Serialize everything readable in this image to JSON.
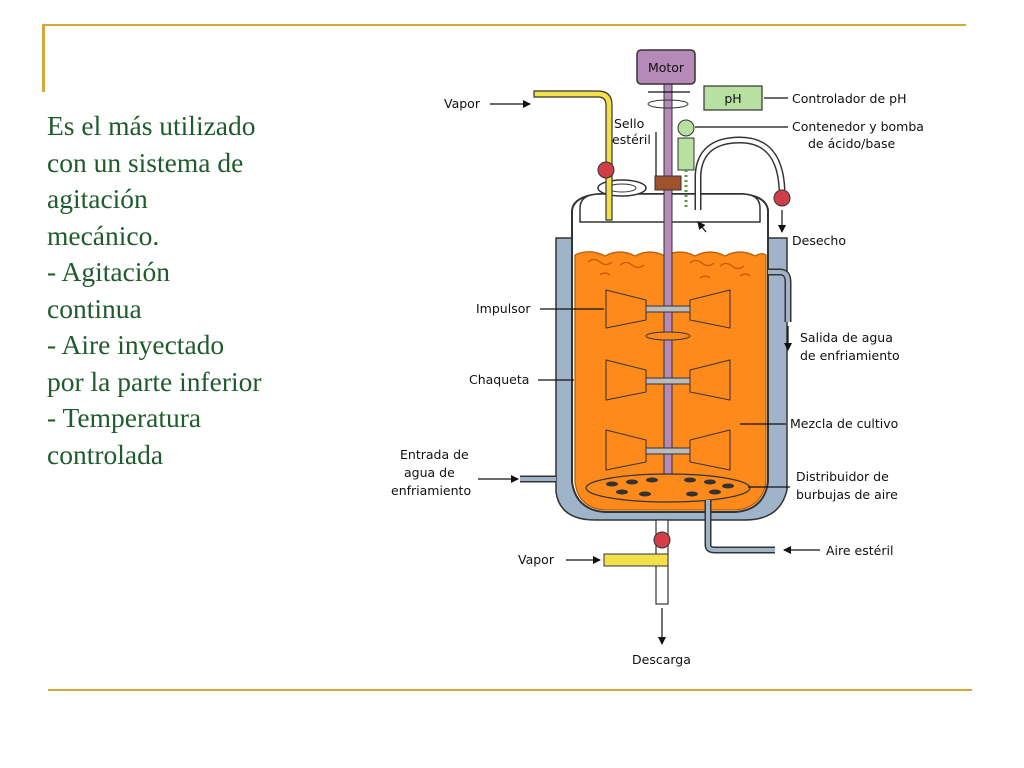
{
  "slide": {
    "text_lines": [
      "Es el más utilizado",
      "con un sistema de",
      "agitación",
      "mecánico.",
      "- Agitación",
      "continua",
      "- Aire inyectado",
      "por la parte inferior",
      "- Temperatura",
      "controlada"
    ]
  },
  "diagram": {
    "labels": {
      "motor": "Motor",
      "ph_box": "pH",
      "vapor_top": "Vapor",
      "sello_1": "Sello",
      "sello_2": "estéril",
      "controlador_ph": "Controlador de pH",
      "contenedor_1": "Contenedor y bomba",
      "contenedor_2": "de ácido/base",
      "desecho": "Desecho",
      "impulsor": "Impulsor",
      "salida_1": "Salida de agua",
      "salida_2": "de enfriamiento",
      "chaqueta": "Chaqueta",
      "mezcla": "Mezcla de cultivo",
      "entrada_1": "Entrada de",
      "entrada_2": "agua de",
      "entrada_3": "enfriamiento",
      "distribuidor_1": "Distribuidor de",
      "distribuidor_2": "burbujas de aire",
      "aire_esteril": "Aire estéril",
      "vapor_bottom": "Vapor",
      "descarga": "Descarga"
    }
  },
  "colors": {
    "accent_gold": "#d4a83a",
    "text_green": "#1f5b2c",
    "culture_orange": "#ff8a1c",
    "jacket_blue": "#9fb4c9",
    "motor_purple": "#b58ab8",
    "ph_green": "#b8e0a0",
    "vapor_yellow": "#f4e04a",
    "valve_red": "#d23e48"
  }
}
